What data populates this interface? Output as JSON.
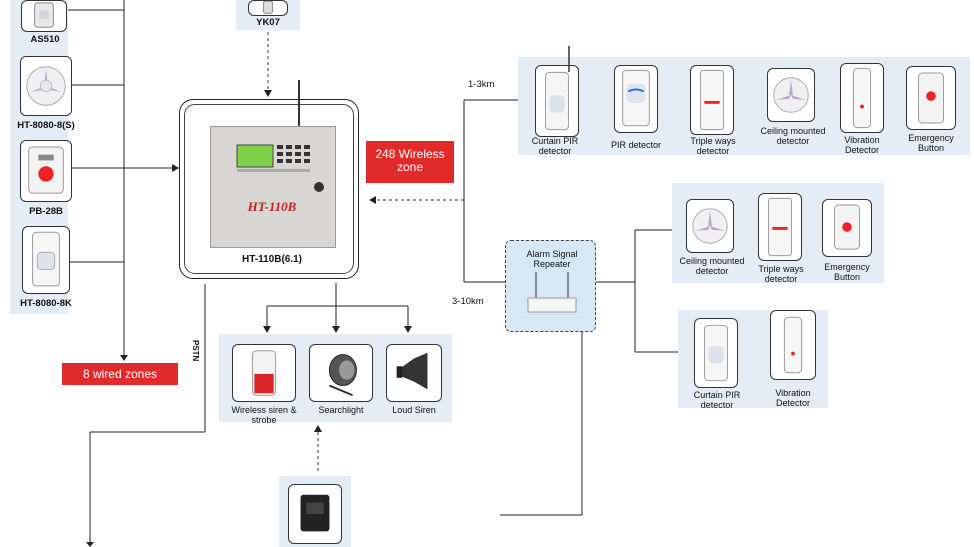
{
  "left_devices": [
    {
      "id": "as510",
      "label": "AS510"
    },
    {
      "id": "ht8080-8s",
      "label": "HT-8080-8(S)"
    },
    {
      "id": "pb28b",
      "label": "PB-28B"
    },
    {
      "id": "ht8080-8k",
      "label": "HT-8080-8K"
    }
  ],
  "yk07": {
    "label": "YK07"
  },
  "main_panel": {
    "label": "HT-110B(6.1)",
    "logo": "HT-110B"
  },
  "badges": {
    "wireless": "248 Wireless zone",
    "wired": "8 wired zones"
  },
  "pstn": "PSTN",
  "distances": {
    "near": "1-3km",
    "far": "3-10km"
  },
  "top_row": [
    {
      "id": "curtain-pir",
      "label": "Curtain PIR detector"
    },
    {
      "id": "pir",
      "label": "PIR detector"
    },
    {
      "id": "triple",
      "label": "Triple ways detector"
    },
    {
      "id": "ceiling",
      "label": "Ceiling mounted detector"
    },
    {
      "id": "vibration",
      "label": "Vibration Detector"
    },
    {
      "id": "emergency",
      "label": "Emergency Button"
    }
  ],
  "repeater": {
    "label": "Alarm Signal Repeater"
  },
  "mid_row": [
    {
      "id": "ceiling2",
      "label": "Ceiling mounted detector"
    },
    {
      "id": "triple2",
      "label": "Triple ways detector"
    },
    {
      "id": "emergency2",
      "label": "Emergency Button"
    }
  ],
  "low_row": [
    {
      "id": "curtain-pir2",
      "label": "Curtain PIR detector"
    },
    {
      "id": "vibration2",
      "label": "Vibration Detector"
    }
  ],
  "outputs": [
    {
      "id": "siren",
      "label": "Wireless siren & strobe"
    },
    {
      "id": "searchlight",
      "label": "Searchlight"
    },
    {
      "id": "loud-siren",
      "label": "Loud Siren"
    }
  ],
  "colors": {
    "badge": "#e12b2b",
    "panel": "#e4edf5",
    "lcd": "#7fd14a"
  }
}
